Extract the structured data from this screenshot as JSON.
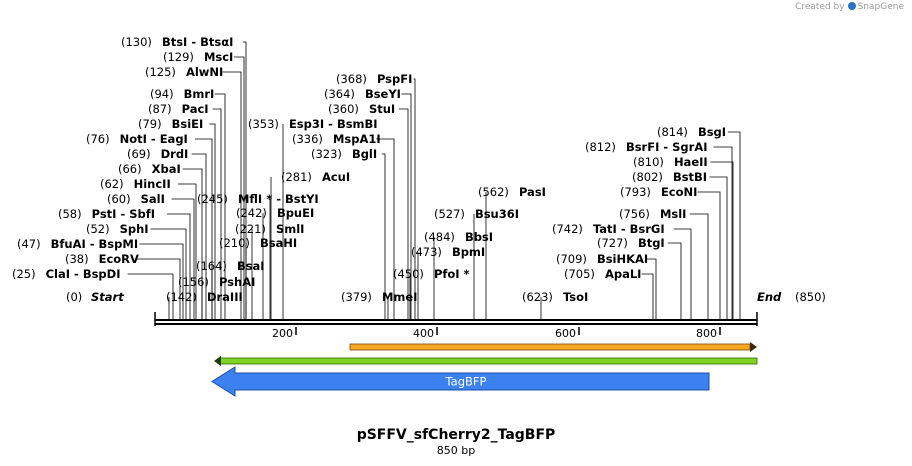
{
  "credit": {
    "prefix": "Created by",
    "brand": "SnapGene"
  },
  "map": {
    "name": "pSFFV_sfCherry2_TagBFP",
    "length_label": "850 bp",
    "start_pos": "(0)",
    "start_label": "Start",
    "end_pos": "(850)",
    "end_label": "End",
    "ticks": [
      "200",
      "400",
      "600",
      "800"
    ],
    "features": [
      {
        "label": "",
        "color": "#f5a623",
        "direction": "right"
      },
      {
        "label": "",
        "color": "#7ed321",
        "direction": "left"
      },
      {
        "label": "TagBFP",
        "color": "#3b82f0",
        "direction": "left"
      }
    ],
    "sites": [
      {
        "pos": "(130)",
        "name": "BtsI",
        "name2": "BtsαI"
      },
      {
        "pos": "(129)",
        "name": "MscI"
      },
      {
        "pos": "(125)",
        "name": "AlwNI"
      },
      {
        "pos": "(94)",
        "name": "BmrI"
      },
      {
        "pos": "(87)",
        "name": "PacI"
      },
      {
        "pos": "(79)",
        "name": "BsiEI"
      },
      {
        "pos": "(76)",
        "name": "NotI",
        "name2": "EagI"
      },
      {
        "pos": "(69)",
        "name": "DrdI"
      },
      {
        "pos": "(66)",
        "name": "XbaI"
      },
      {
        "pos": "(62)",
        "name": "HincII"
      },
      {
        "pos": "(60)",
        "name": "SalI"
      },
      {
        "pos": "(58)",
        "name": "PstI",
        "name2": "SbfI"
      },
      {
        "pos": "(52)",
        "name": "SphI"
      },
      {
        "pos": "(47)",
        "name": "BfuAI",
        "name2": "BspMI"
      },
      {
        "pos": "(38)",
        "name": "EcoRV"
      },
      {
        "pos": "(25)",
        "name": "ClaI",
        "name2": "BspDI"
      },
      {
        "pos": "(142)",
        "name": "DraIII"
      },
      {
        "pos": "(156)",
        "name": "PshAI"
      },
      {
        "pos": "(164)",
        "name": "BsaI"
      },
      {
        "pos": "(210)",
        "name": "BsaHI"
      },
      {
        "pos": "(221)",
        "name": "SmlI"
      },
      {
        "pos": "(242)",
        "name": "BpuEI"
      },
      {
        "pos": "(245)",
        "name": "MflI *",
        "name2": "BstYI"
      },
      {
        "pos": "(281)",
        "name": "AcuI"
      },
      {
        "pos": "(353)",
        "name": "Esp3I",
        "name2": "BsmBI"
      },
      {
        "pos": "(368)",
        "name": "PspFI"
      },
      {
        "pos": "(364)",
        "name": "BseYI"
      },
      {
        "pos": "(360)",
        "name": "StuI"
      },
      {
        "pos": "(336)",
        "name": "MspA1I"
      },
      {
        "pos": "(323)",
        "name": "BglI"
      },
      {
        "pos": "(379)",
        "name": "MmeI"
      },
      {
        "pos": "(450)",
        "name": "PfoI *"
      },
      {
        "pos": "(473)",
        "name": "BpmI"
      },
      {
        "pos": "(484)",
        "name": "BbsI"
      },
      {
        "pos": "(527)",
        "name": "Bsu36I"
      },
      {
        "pos": "(562)",
        "name": "PasI"
      },
      {
        "pos": "(623)",
        "name": "TsoI"
      },
      {
        "pos": "(705)",
        "name": "ApaLI"
      },
      {
        "pos": "(709)",
        "name": "BsiHKAI"
      },
      {
        "pos": "(727)",
        "name": "BtgI"
      },
      {
        "pos": "(742)",
        "name": "TatI",
        "name2": "BsrGI"
      },
      {
        "pos": "(756)",
        "name": "MslI"
      },
      {
        "pos": "(793)",
        "name": "EcoNI"
      },
      {
        "pos": "(802)",
        "name": "BstBI"
      },
      {
        "pos": "(810)",
        "name": "HaeII"
      },
      {
        "pos": "(812)",
        "name": "BsrFI",
        "name2": "SgrAI"
      },
      {
        "pos": "(814)",
        "name": "BsgI"
      }
    ]
  }
}
